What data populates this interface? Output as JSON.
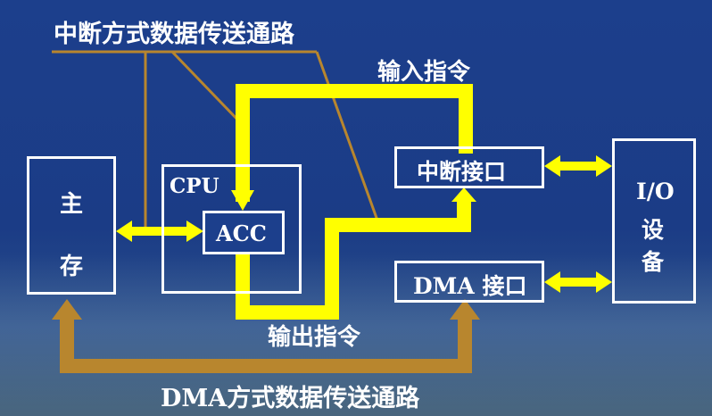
{
  "labels": {
    "interrupt_path": "中断方式数据传送通路",
    "input_instruction": "输入指令",
    "output_instruction": "输出指令",
    "dma_path": "DMA方式数据传送通路",
    "main_memory_top": "主",
    "main_memory_bottom": "存",
    "cpu": "CPU",
    "acc": "ACC",
    "interrupt_interface": "中断接口",
    "dma_interface": "DMA 接口",
    "io_line1": "I/O",
    "io_line2": "设",
    "io_line3": "备"
  },
  "colors": {
    "background": "#1c3f8c",
    "yellow_path": "#ffff00",
    "brown_path": "#b8862e",
    "header_text": "#ffffff",
    "box_border": "#ffffff"
  }
}
